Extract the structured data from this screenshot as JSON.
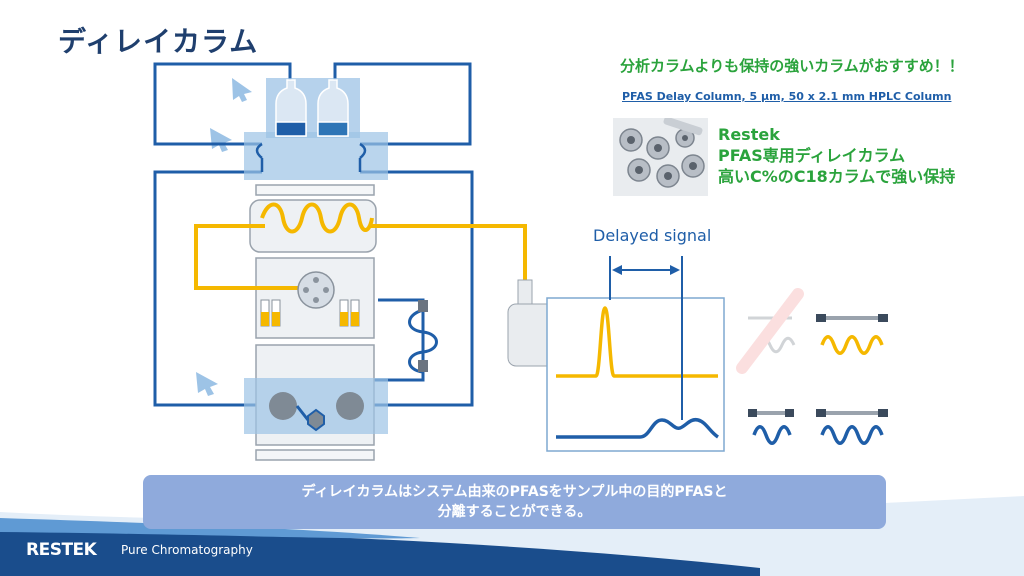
{
  "title": "ディレイカラム",
  "recommendation": "分析カラムよりも保持の強いカラムがおすすめ！！",
  "product_link": "PFAS Delay Column, 5 µm, 50 x 2.1 mm HPLC Column",
  "product": {
    "brand": "Restek",
    "line1": "PFAS専用ディレイカラム",
    "line2": "高いC%のC18カラムで強い保持"
  },
  "diagram": {
    "delayed_signal_label": "Delayed signal"
  },
  "callout": {
    "line1": "ディレイカラムはシステム由来のPFASをサンプル中の目的PFASと",
    "line2": "分離することができる。"
  },
  "footer": {
    "logo": "RESTEK",
    "tagline": "Pure Chromatography"
  },
  "colors": {
    "title": "#1f3f6e",
    "accent_green": "#2aa33c",
    "line_blue": "#1f5ea8",
    "line_yellow": "#f5b800",
    "callout_bg": "#8faadc"
  }
}
